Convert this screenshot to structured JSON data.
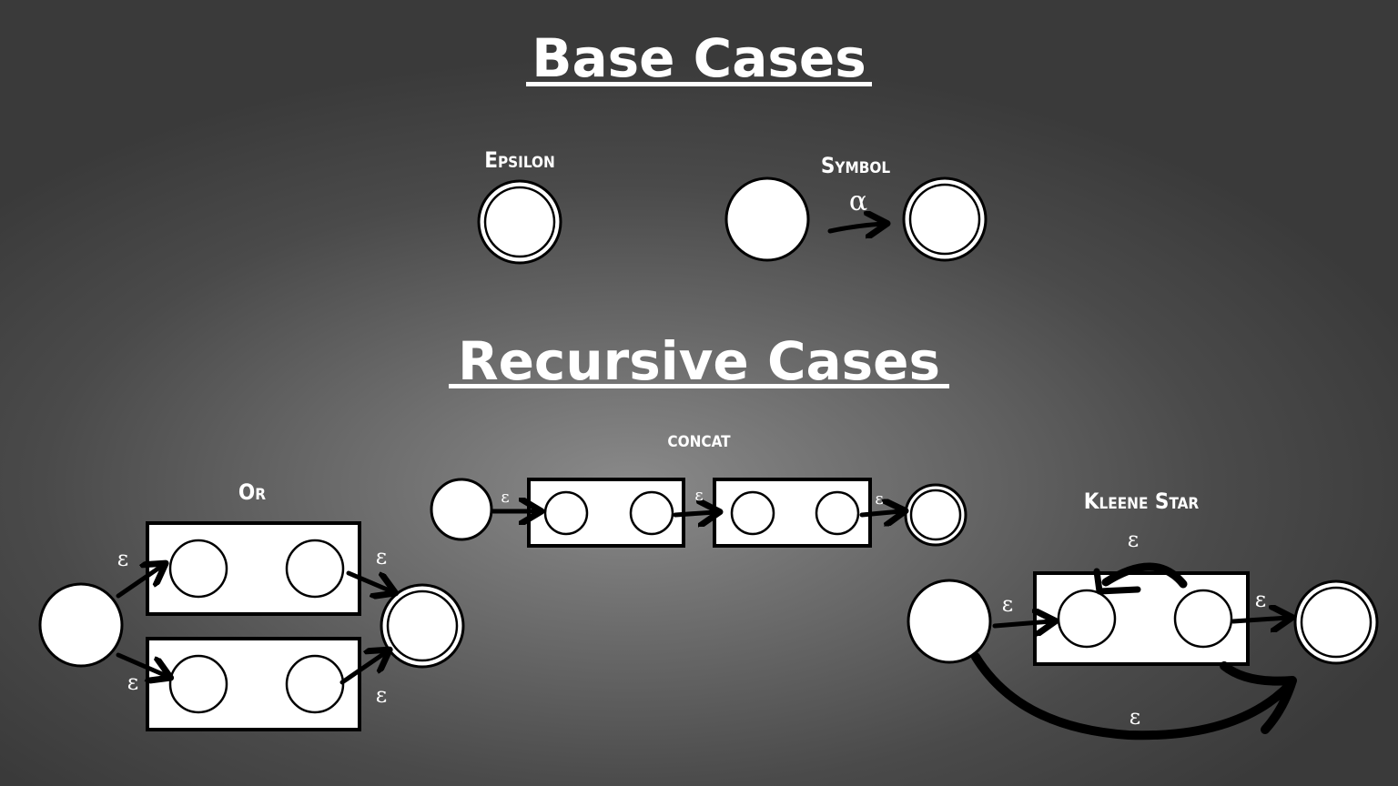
{
  "titles": {
    "base": "Base Cases",
    "recursive": "Recursive Cases"
  },
  "labels": {
    "epsilon": "Epsilon",
    "symbol": "Symbol",
    "concat": "concat",
    "or": "Or",
    "kleene": "Kleene Star"
  },
  "symbols": {
    "alpha": "α",
    "epsilon": "ε"
  }
}
